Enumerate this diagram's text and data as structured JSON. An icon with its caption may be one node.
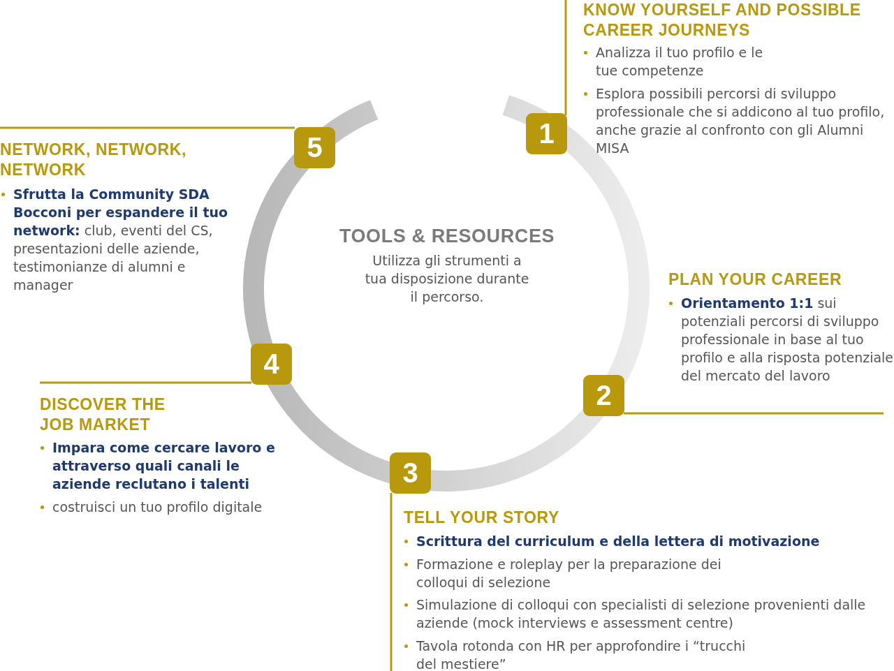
{
  "diagram": {
    "nodes": [
      {
        "text": [
          "1"
        ]
      },
      {
        "text": [
          "2"
        ]
      },
      {
        "text": [
          "3"
        ]
      },
      {
        "text": [
          "4"
        ]
      },
      {
        "text": [
          "5"
        ]
      }
    ],
    "edges": [],
    "labels": [
      "KNOW YOURSELF AND POSSIBLE CAREER JOURNEYS",
      "Analizza il tuo profilo e le tue competenze",
      "Esplora possibili percorsi di sviluppo professionale che si addicono al tuo profilo, anche grazie al confronto con gli Alumni MISA",
      "NETWORK, NETWORK, NETWORK",
      "**Sfrutta la Community SDA Bocconi per espandere il tuo network:** club, eventi del CS, presentazioni delle aziende, testimonianze di alumni e manager",
      "TOOLS & RESOURCES",
      "Utilizza gli strumenti a tua disposizione durante il percorso.",
      "PLAN YOUR CAREER",
      "**Orientamento 1:1** sui potenziali percorsi di sviluppo professionale in base al tuo profilo e alla risposta potenziale del mercato del lavoro",
      "DISCOVER THE JOB MARKET",
      "Impara come cercare lavoro e attraverso quali canali le aziende reclutano i talenti",
      "costruisci un tuo profilo digitale",
      "TELL YOUR STORY",
      "Scrittura del curriculum e della lettera di motivazione",
      "Formazione e roleplay per la preparazione dei colloqui di selezione",
      "Simulazione di colloqui con specialisti di selezione provenienti dalle aziende (mock interviews e assessment centre)",
      "Tavola rotonda con HR per approfondire i “trucchi del mestiere”"
    ]
  }
}
